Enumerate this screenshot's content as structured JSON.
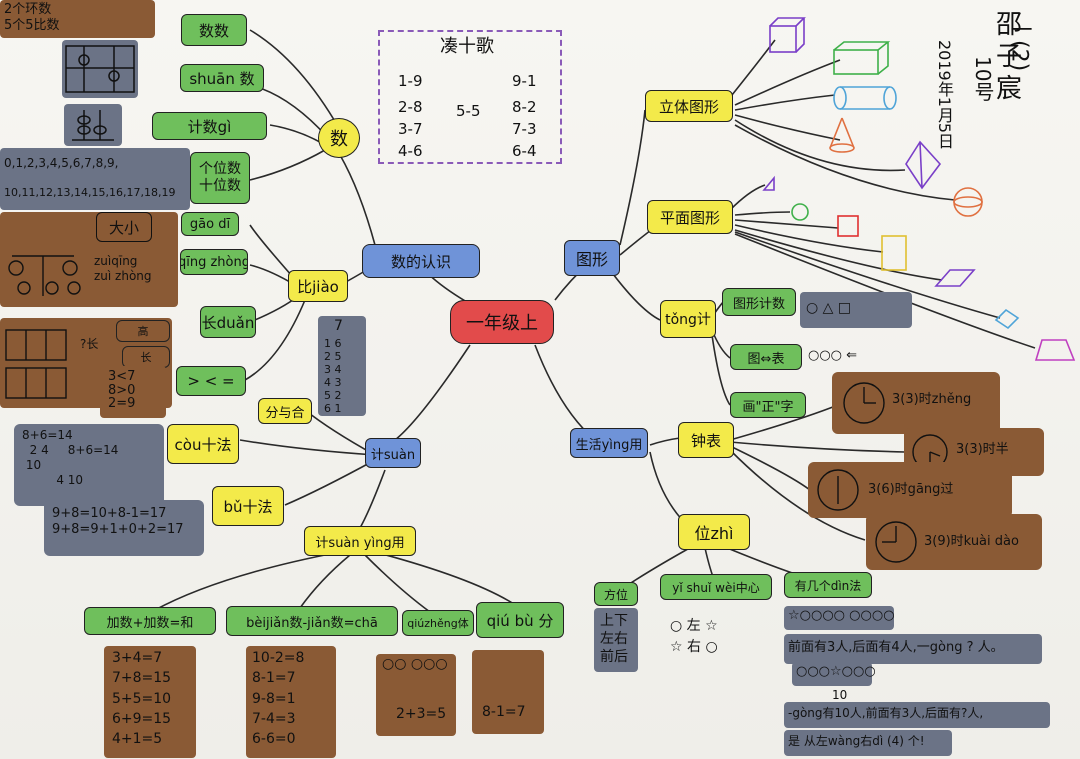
{
  "poem": {
    "title": "凑十歌",
    "rows": [
      [
        "1-9",
        "",
        "9-1"
      ],
      [
        "2-8",
        "5-5",
        "8-2"
      ],
      [
        "3-7",
        "",
        "7-3"
      ],
      [
        "4-6",
        "",
        "6-4"
      ]
    ]
  },
  "author": {
    "class_label": "一(2)",
    "number": "10号",
    "name": "邵子宸",
    "date": "2019年1月5日"
  },
  "center": "一年级上",
  "branches": {
    "numbers": {
      "label": "数",
      "items": [
        "数数",
        "shuān 数",
        "计数gì",
        "个位数\n十位数"
      ],
      "count_line_1": "0,1,2,3,4,5,6,7,8,9,",
      "count_line_2": "10,11,12,13,14,15,16,17,18,19",
      "top_note": "2个环数\n5个5比数"
    },
    "number_recognition": "数的认识",
    "compare": {
      "label": "比jiào",
      "items": [
        "gāo dī",
        "qīng zhòng",
        "长duǎn",
        "> < ="
      ],
      "big_small": "大小",
      "heavy_light": "zuìqīng\nzuì zhòng",
      "tall": "高",
      "long": "长"
    },
    "calc": {
      "label": "计suàn",
      "items": [
        "分与合",
        "còu十法",
        "bǔ十法"
      ],
      "split_numbers": [
        "1 6",
        "2 5",
        "3 4",
        "4 3",
        "5 2",
        "6 1"
      ],
      "split_top": "7",
      "cou_text": "8+6=14\n  2 4     8+6=14\n 10\n         4 10",
      "bu_text": "9+8=10+8-1=17\n9+8=9+1+0+2=17",
      "cmp_text": "3<7\n8>0\n2=9"
    },
    "apply": {
      "label": "计suàn yìng用",
      "items": [
        "加数+加数=和",
        "bèijiǎn数-jiǎn数=chā",
        "qiúzhěng体",
        "qiú bù 分"
      ],
      "add_list": [
        "3+4=7",
        "7+8=15",
        "5+5=10",
        "6+9=15",
        "4+1=5"
      ],
      "sub_list": [
        "10-2=8",
        "8-1=7",
        "9-8=1",
        "7-4=3",
        "6-6=0"
      ],
      "whole": "2+3=5",
      "part": "8-1=7"
    },
    "shapes": {
      "label": "图形",
      "solid": "立体图形",
      "plane": "平面图形"
    },
    "stats": {
      "label": "tǒng计",
      "items": [
        "图形计数",
        "图⇔表",
        "画\"正\"字"
      ],
      "row1": "○ △ □",
      "row2": "○○○ ⇐"
    },
    "life": {
      "label": "生活yìng用",
      "clock": "钟表",
      "clock_items": [
        "3(3)时zhěng",
        "3(3)时半",
        "3(6)时gāng过",
        "3(9)时kuài dào"
      ],
      "position": "位zhì",
      "pos_items": [
        "方位",
        "yǐ shuǐ wèi中心",
        "有几个dìn法"
      ],
      "dirs": "上下\n左右\n前后",
      "animals": "○ 左 ☆\n☆ 右 ○",
      "people_1": "前面有3人,后面有4人,一gòng ? 人。",
      "people_2": "-gòng有10人,前面有3人,后面有?人,",
      "people_3": "是 从左wàng右dì (4) 个!",
      "count_10": "10"
    }
  }
}
